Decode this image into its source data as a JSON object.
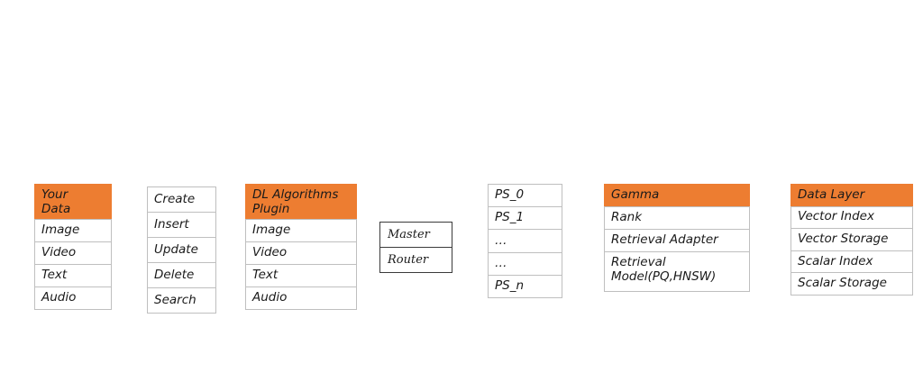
{
  "theme": {
    "header_fill": "#ED7D31",
    "cell_border": "#bfbfbf",
    "emphasis_border": "#3b3b3b",
    "text_color": "#1a1a1a",
    "background": "#ffffff"
  },
  "diagram": {
    "type": "layered-architecture-blocks",
    "columns": [
      {
        "id": "your-data",
        "header": "Your\nData",
        "rows": [
          "Image",
          "Video",
          "Text",
          "Audio"
        ]
      },
      {
        "id": "operations",
        "header": null,
        "rows": [
          "Create",
          "Insert",
          "Update",
          "Delete",
          "Search"
        ]
      },
      {
        "id": "dl-plugin",
        "header": "DL Algorithms\nPlugin",
        "rows": [
          "Image",
          "Video",
          "Text",
          "Audio"
        ]
      },
      {
        "id": "master-router",
        "header": null,
        "rows": [
          "Master",
          "Router"
        ]
      },
      {
        "id": "ps-nodes",
        "header": null,
        "rows": [
          "PS_0",
          "PS_1",
          "…",
          "…",
          "PS_n"
        ]
      },
      {
        "id": "gamma",
        "header": "Gamma",
        "rows": [
          "Rank",
          "Retrieval Adapter",
          "Retrieval\nModel(PQ,HNSW)"
        ]
      },
      {
        "id": "data-layer",
        "header": "Data Layer",
        "rows": [
          "Vector Index",
          "Vector Storage",
          "Scalar Index",
          "Scalar Storage"
        ]
      }
    ]
  }
}
